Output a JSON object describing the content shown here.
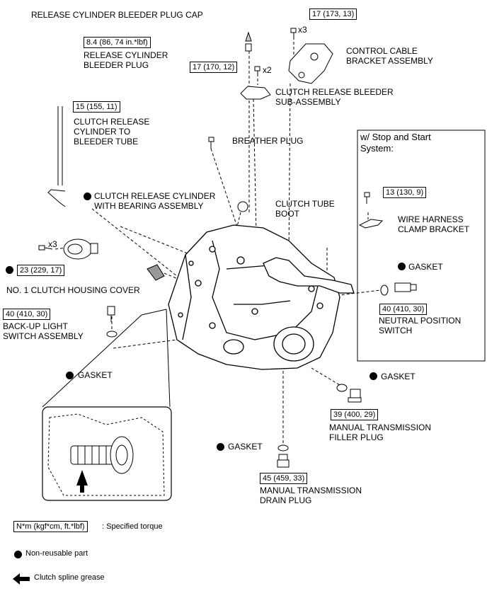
{
  "labels": {
    "bleeder_plug_cap": "RELEASE CYLINDER BLEEDER PLUG CAP",
    "bleeder_plug": "RELEASE CYLINDER\nBLEEDER PLUG",
    "control_cable_bracket": "CONTROL CABLE\nBRACKET ASSEMBLY",
    "clutch_release_bleeder": "CLUTCH RELEASE BLEEDER\nSUB-ASSEMBLY",
    "cylinder_to_bleeder_tube": "CLUTCH RELEASE\nCYLINDER TO\nBLEEDER TUBE",
    "breather_plug": "BREATHER PLUG",
    "release_cylinder_bearing": "CLUTCH RELEASE CYLINDER\nWITH BEARING ASSEMBLY",
    "clutch_tube_boot": "CLUTCH TUBE\nBOOT",
    "housing_cover": "NO. 1 CLUTCH HOUSING COVER",
    "backup_light_switch": "BACK-UP LIGHT\nSWITCH ASSEMBLY",
    "gasket_left": "GASKET",
    "stop_start_title": "w/ Stop and Start\nSystem:",
    "wire_harness_bracket": "WIRE HARNESS\nCLAMP BRACKET",
    "gasket_neutral": "GASKET",
    "neutral_switch": "NEUTRAL POSITION\nSWITCH",
    "gasket_filler": "GASKET",
    "filler_plug": "MANUAL TRANSMISSION\nFILLER PLUG",
    "gasket_drain": "GASKET",
    "drain_plug": "MANUAL TRANSMISSION\nDRAIN PLUG"
  },
  "torques": {
    "bleeder_plug": "8.4 (86, 74 in.*lbf)",
    "control_bracket": "17 (173, 13)",
    "release_bleeder": "17 (170, 12)",
    "tube": "15 (155, 11)",
    "cylinder_bolt": "23 (229, 17)",
    "backup_switch": "40 (410, 30)",
    "harness_bracket": "13 (130, 9)",
    "neutral_switch": "40 (410, 30)",
    "filler_plug": "39 (400, 29)",
    "drain_plug": "45 (459, 33)"
  },
  "multipliers": {
    "control_bracket": "x3",
    "release_bleeder": "x2",
    "cylinder_bolt": "x3"
  },
  "legend": {
    "torque_unit": "N*m (kgf*cm, ft.*lbf)",
    "torque_desc": ": Specified torque",
    "non_reusable": "Non-reusable part",
    "spline_grease": "Clutch spline grease"
  }
}
